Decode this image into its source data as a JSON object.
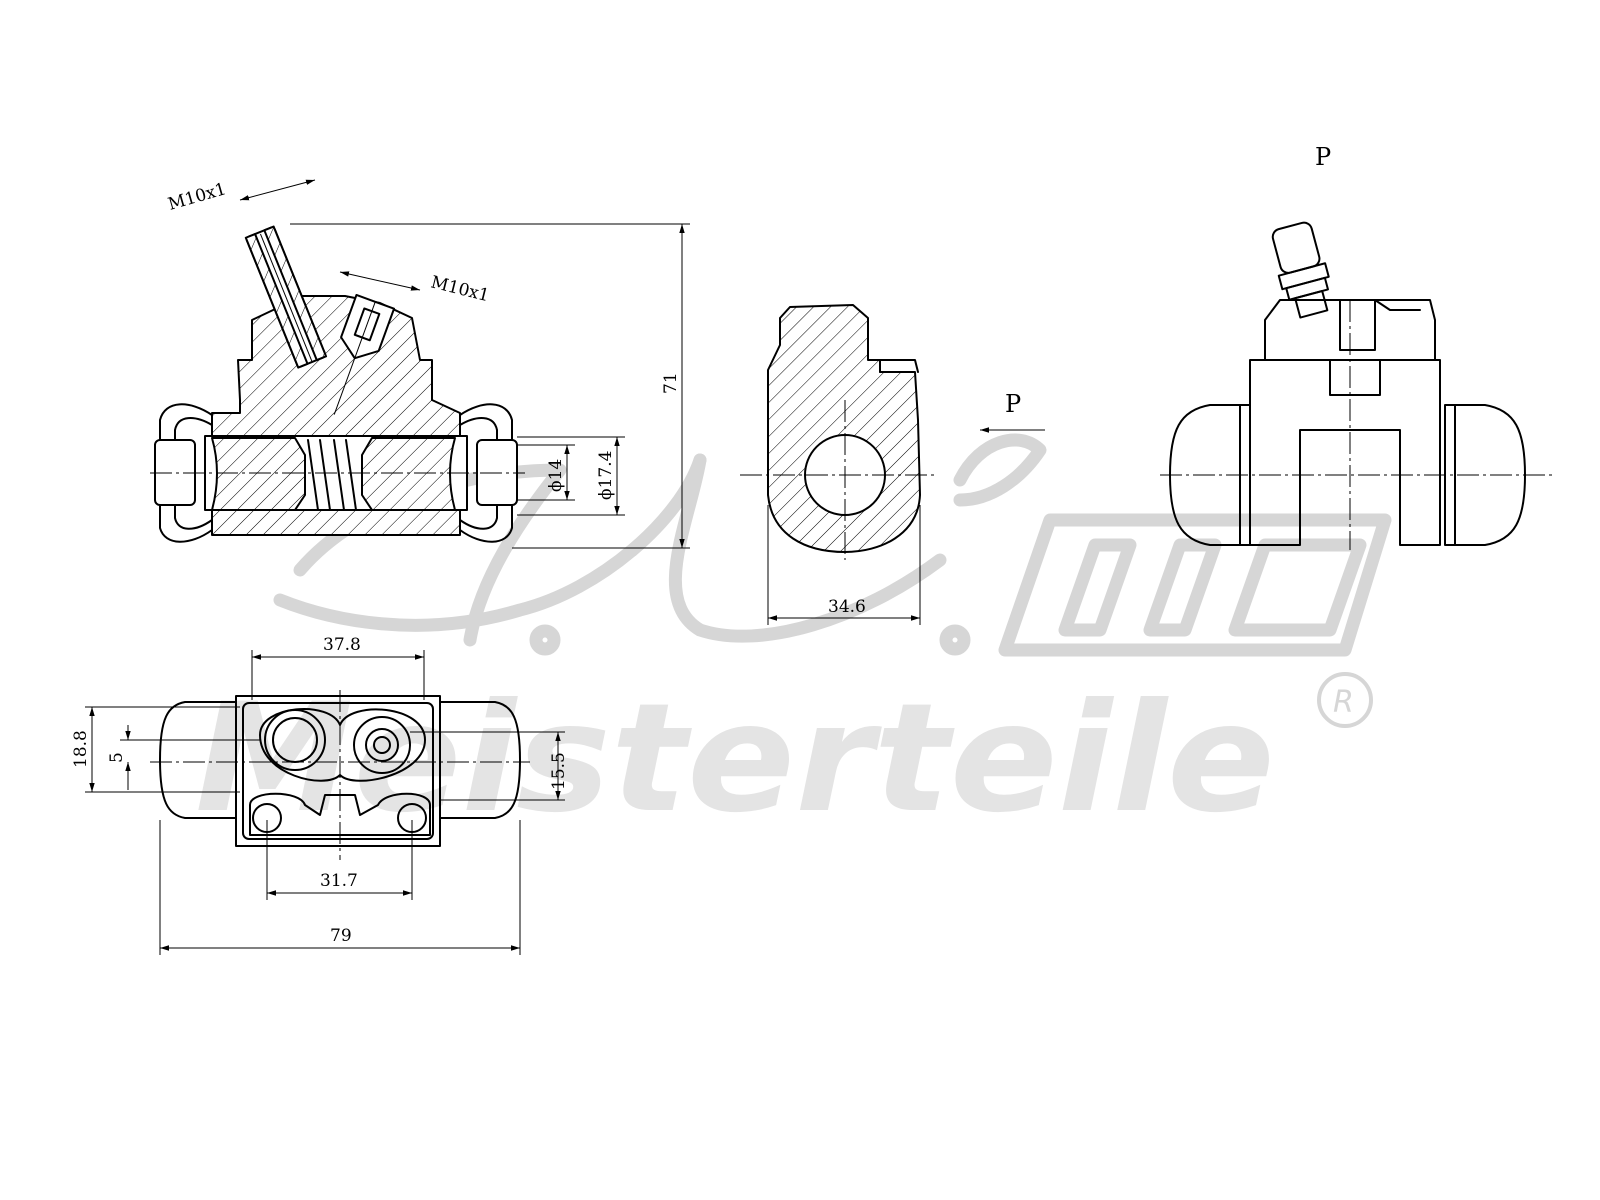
{
  "watermark": {
    "brand_initials": "A.L.",
    "brand_name": "Meisterteile",
    "registered_mark": "R"
  },
  "section_view": {
    "thread_label_1": "M10x1",
    "thread_label_2": "M10x1",
    "height_dim": "71",
    "bore_dim": "ϕ14",
    "outer_dim": "ϕ17.4"
  },
  "side_view": {
    "width_dim": "34.6",
    "direction_label": "P"
  },
  "front_view": {
    "view_label": "P"
  },
  "top_view": {
    "flange_width_dim": "37.8",
    "height_dim": "18.8",
    "offset_dim": "5",
    "port_spacing_dim": "15.5",
    "bolt_spacing_dim": "31.7",
    "overall_length_dim": "79"
  }
}
